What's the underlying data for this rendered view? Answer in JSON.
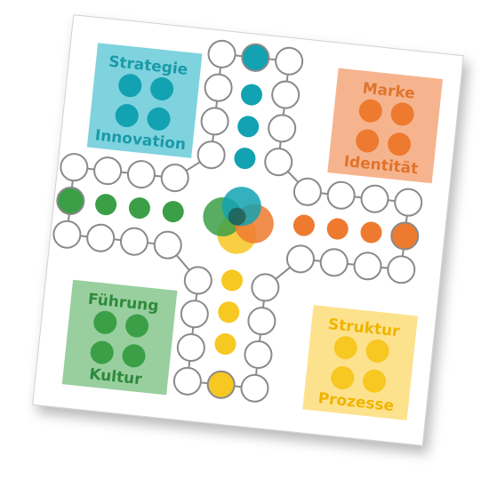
{
  "board": {
    "zones": {
      "teal": {
        "top": "Strategie",
        "bottom": "Innovation",
        "fill": "#7fd3de",
        "label_color": "#1a9aa8",
        "token": "#12a2b1"
      },
      "orange": {
        "top": "Marke",
        "bottom": "Identität",
        "fill": "#f6b48e",
        "label_color": "#e0742c",
        "token": "#ee7a2f"
      },
      "green": {
        "top": "Führung",
        "bottom": "Kultur",
        "fill": "#99cf9f",
        "label_color": "#2e8a3c",
        "token": "#3b9f48"
      },
      "yellow": {
        "top": "Struktur",
        "bottom": "Prozesse",
        "fill": "#fde28e",
        "label_color": "#f0b400",
        "token": "#f7c722"
      }
    },
    "start_fields": {
      "teal": "#12a2b1",
      "orange": "#ee7a2f",
      "green": "#3b9f48",
      "yellow": "#f7c722"
    },
    "home_pieces": {
      "teal": 4,
      "orange": 4,
      "green": 4,
      "yellow": 4
    },
    "home_path_dots": {
      "teal": 3,
      "orange": 3,
      "green": 3,
      "yellow": 3
    },
    "field_outline": "#8a8a8a",
    "connector": "#8a8a8a"
  }
}
